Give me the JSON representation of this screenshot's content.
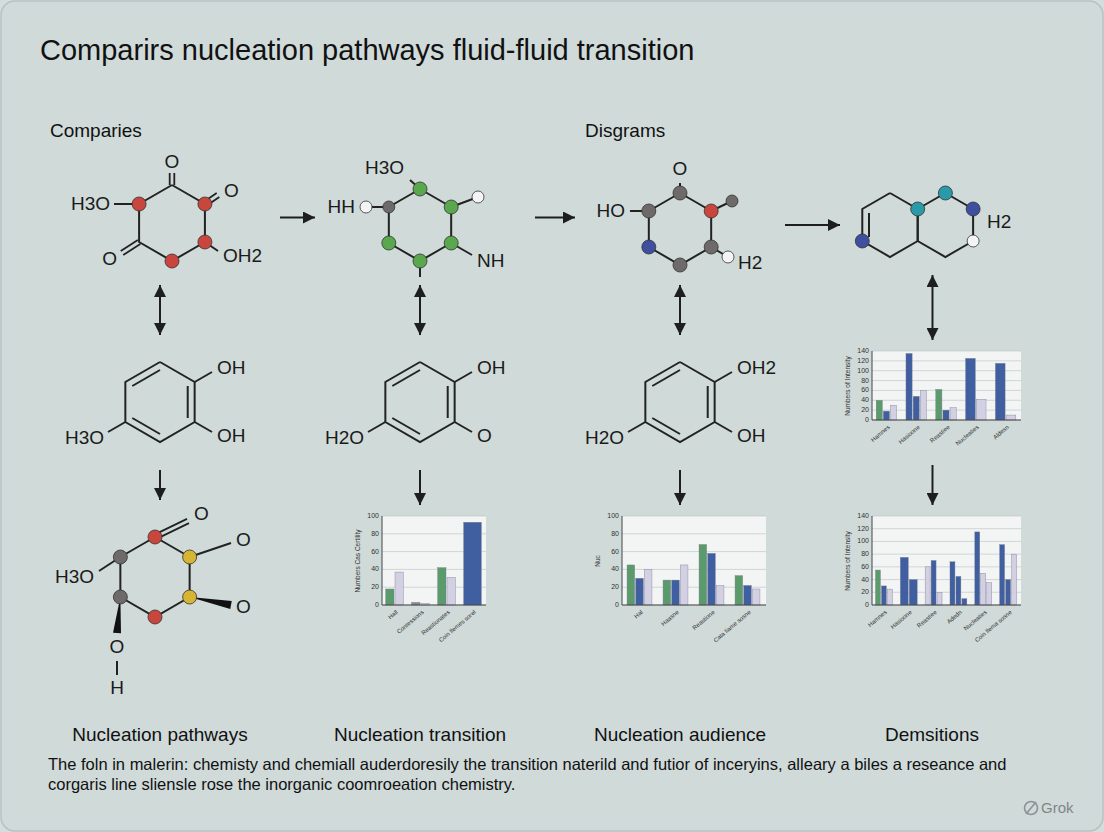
{
  "diagram": {
    "title": "Comparirs nucleation pathways fluid-fluid transition",
    "caption": "The foln in malerin: chemisty and chemiall auderdoresily the transition naterild and futior of inceryins, alleary a biles a reseance and corgaris line sliensle rose the inorganic coomroeation chemistry.",
    "nodes": [
      {
        "text": [
          "O",
          "H3O",
          "O",
          "OH2",
          "O"
        ]
      },
      {
        "text": [
          "H3O",
          "HH",
          "NH"
        ]
      },
      {
        "text": [
          "HO",
          "O",
          "H2"
        ]
      },
      {
        "text": [
          "H2"
        ]
      },
      {
        "text": [
          "OH",
          "H3O",
          "OH"
        ]
      },
      {
        "text": [
          "OH",
          "H2O",
          "O"
        ]
      },
      {
        "text": [
          "OH2",
          "H2O",
          "OH"
        ]
      },
      {
        "text": [
          "140",
          "120",
          "100",
          "80",
          "60",
          "40",
          "20",
          "0",
          "Numbers of Intensity",
          "Hamnes",
          "Hasioone",
          "Reastiee",
          "Nucleaties",
          "Aldesn"
        ]
      },
      {
        "text": [
          "O",
          "O",
          "H3O",
          "O",
          "O",
          "H"
        ]
      },
      {
        "text": [
          "100",
          "80",
          "60",
          "40",
          "20",
          "0",
          "Numbers Cas Certility",
          "Hall",
          "Contessions",
          "Reastionates",
          "Coin llemes sorel"
        ]
      },
      {
        "text": [
          "100",
          "80",
          "60",
          "40",
          "20",
          "0",
          "Nuc",
          "Hal",
          "Haasne",
          "Reastione",
          "Cata liame sosne"
        ]
      },
      {
        "text": [
          "140",
          "120",
          "100",
          "80",
          "60",
          "40",
          "20",
          "0",
          "Numbers of Intensity",
          "Hamnes",
          "Hasioone",
          "Reastiee",
          "Adedn",
          "Nucleaties",
          "Coin llema sosne"
        ]
      }
    ],
    "edges": [
      {
        "from": 0,
        "to": 1,
        "arrow": "to"
      },
      {
        "from": 1,
        "to": 2,
        "arrow": "to"
      },
      {
        "from": 2,
        "to": 3,
        "arrow": "to"
      },
      {
        "from": 0,
        "to": 4,
        "arrow": "both"
      },
      {
        "from": 1,
        "to": 5,
        "arrow": "both"
      },
      {
        "from": 2,
        "to": 6,
        "arrow": "both"
      },
      {
        "from": 3,
        "to": 7,
        "arrow": "both"
      },
      {
        "from": 4,
        "to": 8,
        "arrow": "to"
      },
      {
        "from": 5,
        "to": 9,
        "arrow": "to"
      },
      {
        "from": 6,
        "to": 10,
        "arrow": "to"
      },
      {
        "from": 7,
        "to": 11,
        "arrow": "to"
      }
    ],
    "labels": [
      "Comparies",
      "Disgrams",
      "Nucleation pathways",
      "Nucleation transition",
      "Nucleation audience",
      "Demsitions",
      "Grok"
    ]
  }
}
